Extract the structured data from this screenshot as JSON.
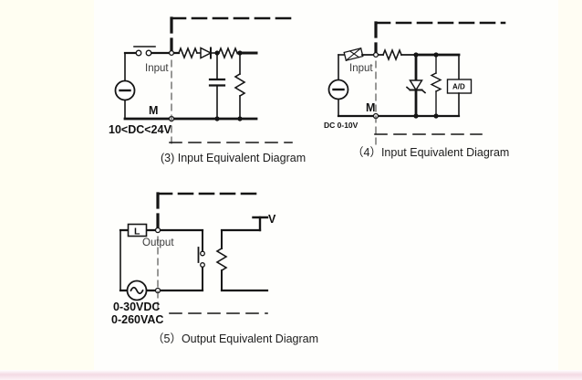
{
  "page": {
    "background": "#fefefc",
    "left_strip_color": "#fffef2",
    "bottom_bar_pink": "#f3dae4",
    "line_color": "#151515"
  },
  "diagram3": {
    "caption": "(3) Input Equivalent Diagram",
    "input_label": "Input",
    "m_label": "M",
    "source_label": "10<DC<24V"
  },
  "diagram4": {
    "caption": "（4）Input Equivalent Diagram",
    "input_label": "Input",
    "m_label": "M",
    "source_label": "DC 0-10V",
    "ad_label": "A/D"
  },
  "diagram5": {
    "caption": "（5）Output Equivalent Diagram",
    "output_label": "Output",
    "load_label": "L",
    "v_label": "V",
    "source_label_line1": "0-30VDC",
    "source_label_line2": "0-260VAC"
  }
}
